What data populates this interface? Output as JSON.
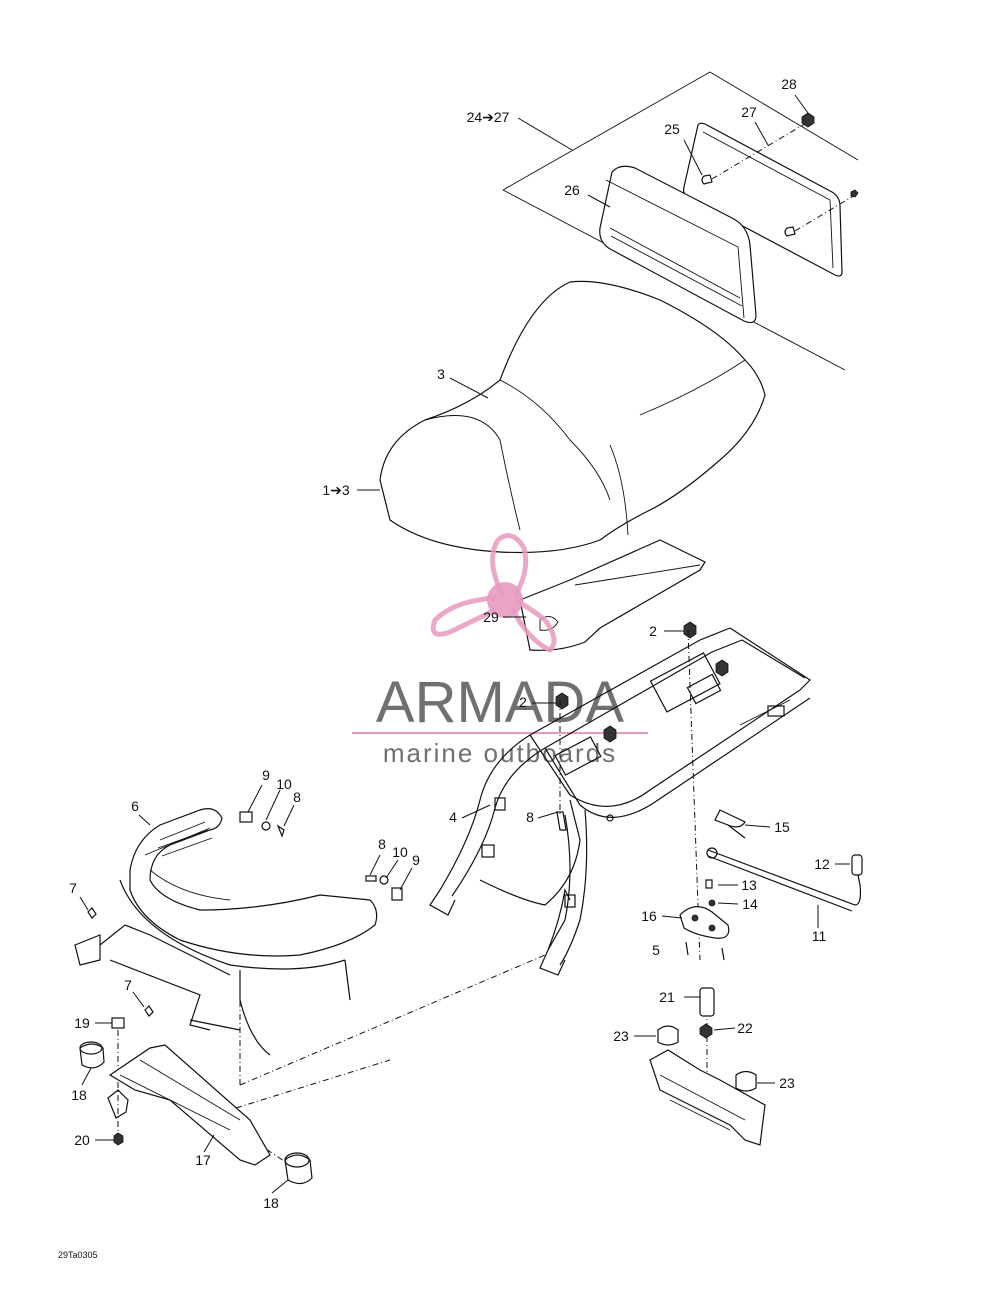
{
  "watermark": {
    "brand": "ARMADA",
    "tagline": "marine outboards",
    "color": "#e79ac0",
    "text_color": "#707070"
  },
  "callouts": [
    {
      "id": "c24-27",
      "text": "24➔27"
    },
    {
      "id": "c28",
      "text": "28"
    },
    {
      "id": "c27",
      "text": "27"
    },
    {
      "id": "c25",
      "text": "25"
    },
    {
      "id": "c26",
      "text": "26"
    },
    {
      "id": "c3",
      "text": "3"
    },
    {
      "id": "c1-3",
      "text": "1➔3"
    },
    {
      "id": "c29",
      "text": "29"
    },
    {
      "id": "c2a",
      "text": "2"
    },
    {
      "id": "c2b",
      "text": "2"
    },
    {
      "id": "c9a",
      "text": "9"
    },
    {
      "id": "c10a",
      "text": "10"
    },
    {
      "id": "c8a",
      "text": "8"
    },
    {
      "id": "c6",
      "text": "6"
    },
    {
      "id": "c4",
      "text": "4"
    },
    {
      "id": "c8b",
      "text": "8"
    },
    {
      "id": "c15",
      "text": "15"
    },
    {
      "id": "c8c",
      "text": "8"
    },
    {
      "id": "c10b",
      "text": "10"
    },
    {
      "id": "c9b",
      "text": "9"
    },
    {
      "id": "c7a",
      "text": "7"
    },
    {
      "id": "c12",
      "text": "12"
    },
    {
      "id": "c13",
      "text": "13"
    },
    {
      "id": "c14",
      "text": "14"
    },
    {
      "id": "c16",
      "text": "16"
    },
    {
      "id": "c11",
      "text": "11"
    },
    {
      "id": "c5",
      "text": "5"
    },
    {
      "id": "c7b",
      "text": "7"
    },
    {
      "id": "c21",
      "text": "21"
    },
    {
      "id": "c19",
      "text": "19"
    },
    {
      "id": "c23a",
      "text": "23"
    },
    {
      "id": "c22",
      "text": "22"
    },
    {
      "id": "c18a",
      "text": "18"
    },
    {
      "id": "c23b",
      "text": "23"
    },
    {
      "id": "c20",
      "text": "20"
    },
    {
      "id": "c17",
      "text": "17"
    },
    {
      "id": "c18b",
      "text": "18"
    }
  ],
  "drawing_code": "29Ta0305"
}
